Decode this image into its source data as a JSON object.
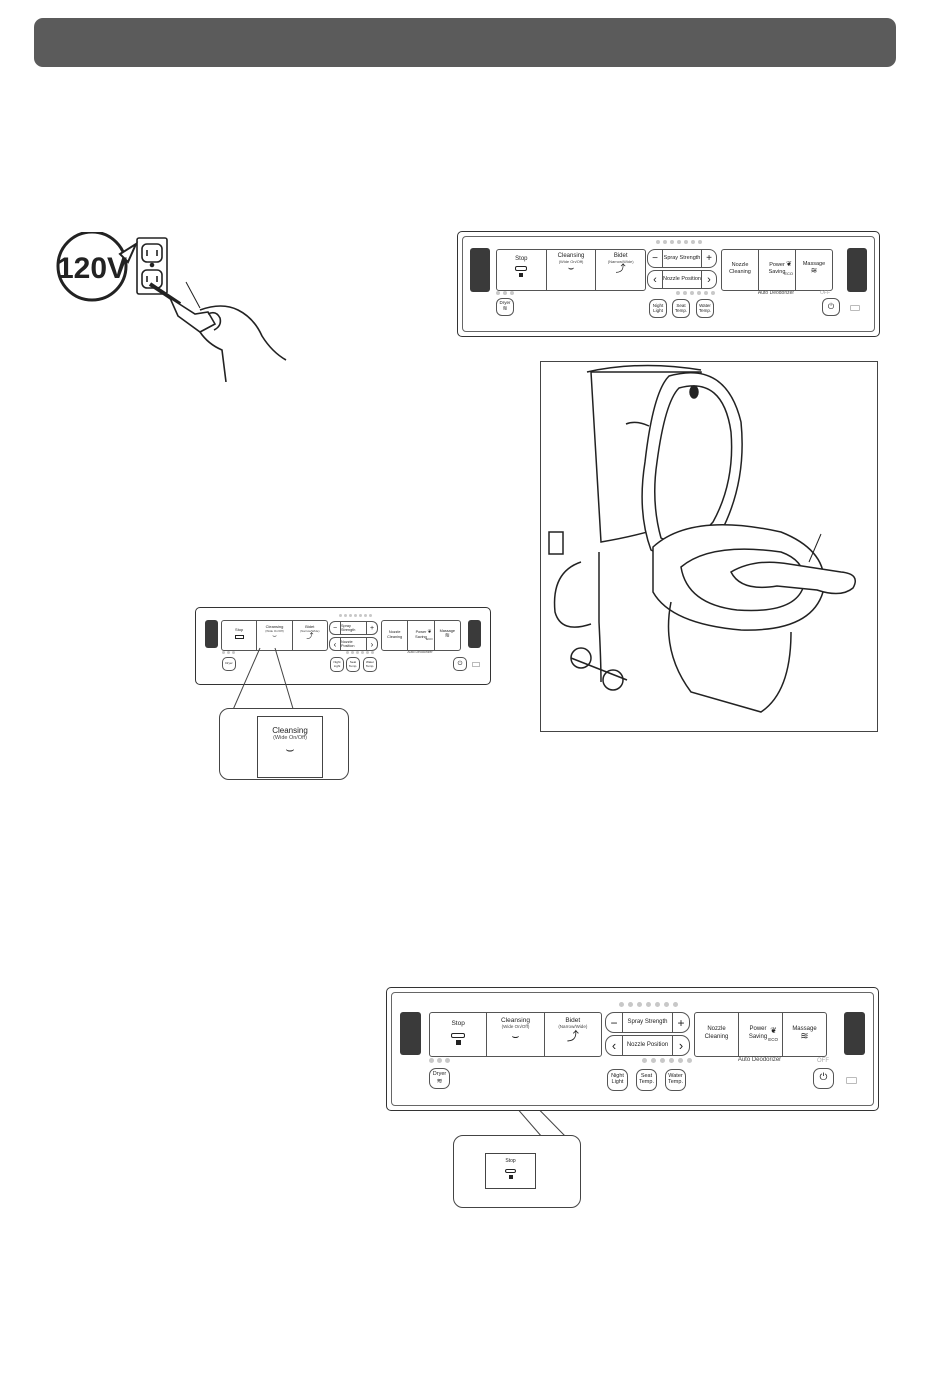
{
  "header": {
    "title": ""
  },
  "voltage_badge": {
    "text": "120V"
  },
  "remote": {
    "stop": "Stop",
    "cleansing": "Cleansing",
    "cleansing_sub": "(Wide On/Off)",
    "bidet": "Bidet",
    "bidet_sub": "(Narrow/Wide)",
    "spray_strength": "Spray Strength",
    "nozzle_position": "Nozzle Position",
    "minus": "−",
    "plus": "+",
    "left_arrow": "‹",
    "right_arrow": "›",
    "nozzle_cleaning": "Nozzle Cleaning",
    "power_saving": "Power Saving",
    "eco": "ECO",
    "massage": "Massage",
    "auto_deodorizer": "Auto Deodorizer",
    "dryer": "Dryer",
    "night_light": "Night Light",
    "seat_temp": "Seat Temp.",
    "water_temp": "Water Temp.",
    "off": "OFF"
  },
  "callout_cleansing": {
    "label": "Cleansing",
    "sub": "(Wide On/Off)"
  },
  "callout_stop": {
    "label": "Stop"
  },
  "icons": [
    "power-icon",
    "leaf-icon",
    "massage-waves-icon",
    "dryer-waves-icon",
    "stop-icon",
    "cleansing-spray-icon",
    "bidet-icon",
    "outlet-icon",
    "plug-hand-icon",
    "toilet-seat-illustration"
  ],
  "colors": {
    "header_bar": "#5b5b5b",
    "panel_pill": "#3a3a3a",
    "indicator_dot": "#c8c8c8"
  }
}
